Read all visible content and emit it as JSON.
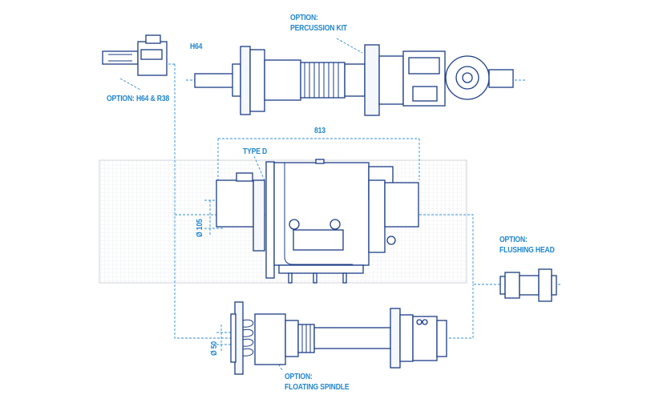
{
  "labels": {
    "percussion_kit": {
      "line1": "OPTION:",
      "line2": "PERCUSSION KIT"
    },
    "h64": "H64",
    "h64_r38": "OPTION: H64 & R38",
    "dimension_813": "813",
    "type_d": "TYPE D",
    "diameter_105": "Ø 105",
    "flushing_head": {
      "line1": "OPTION:",
      "line2": "FLUSHING HEAD"
    },
    "diameter_50": "Ø 50",
    "floating_spindle": {
      "line1": "OPTION:",
      "line2": "FLOATING SPINDLE"
    }
  },
  "colors": {
    "outline": "#1b3d86",
    "label": "#1f86cf",
    "grid": "#d9dde3"
  }
}
